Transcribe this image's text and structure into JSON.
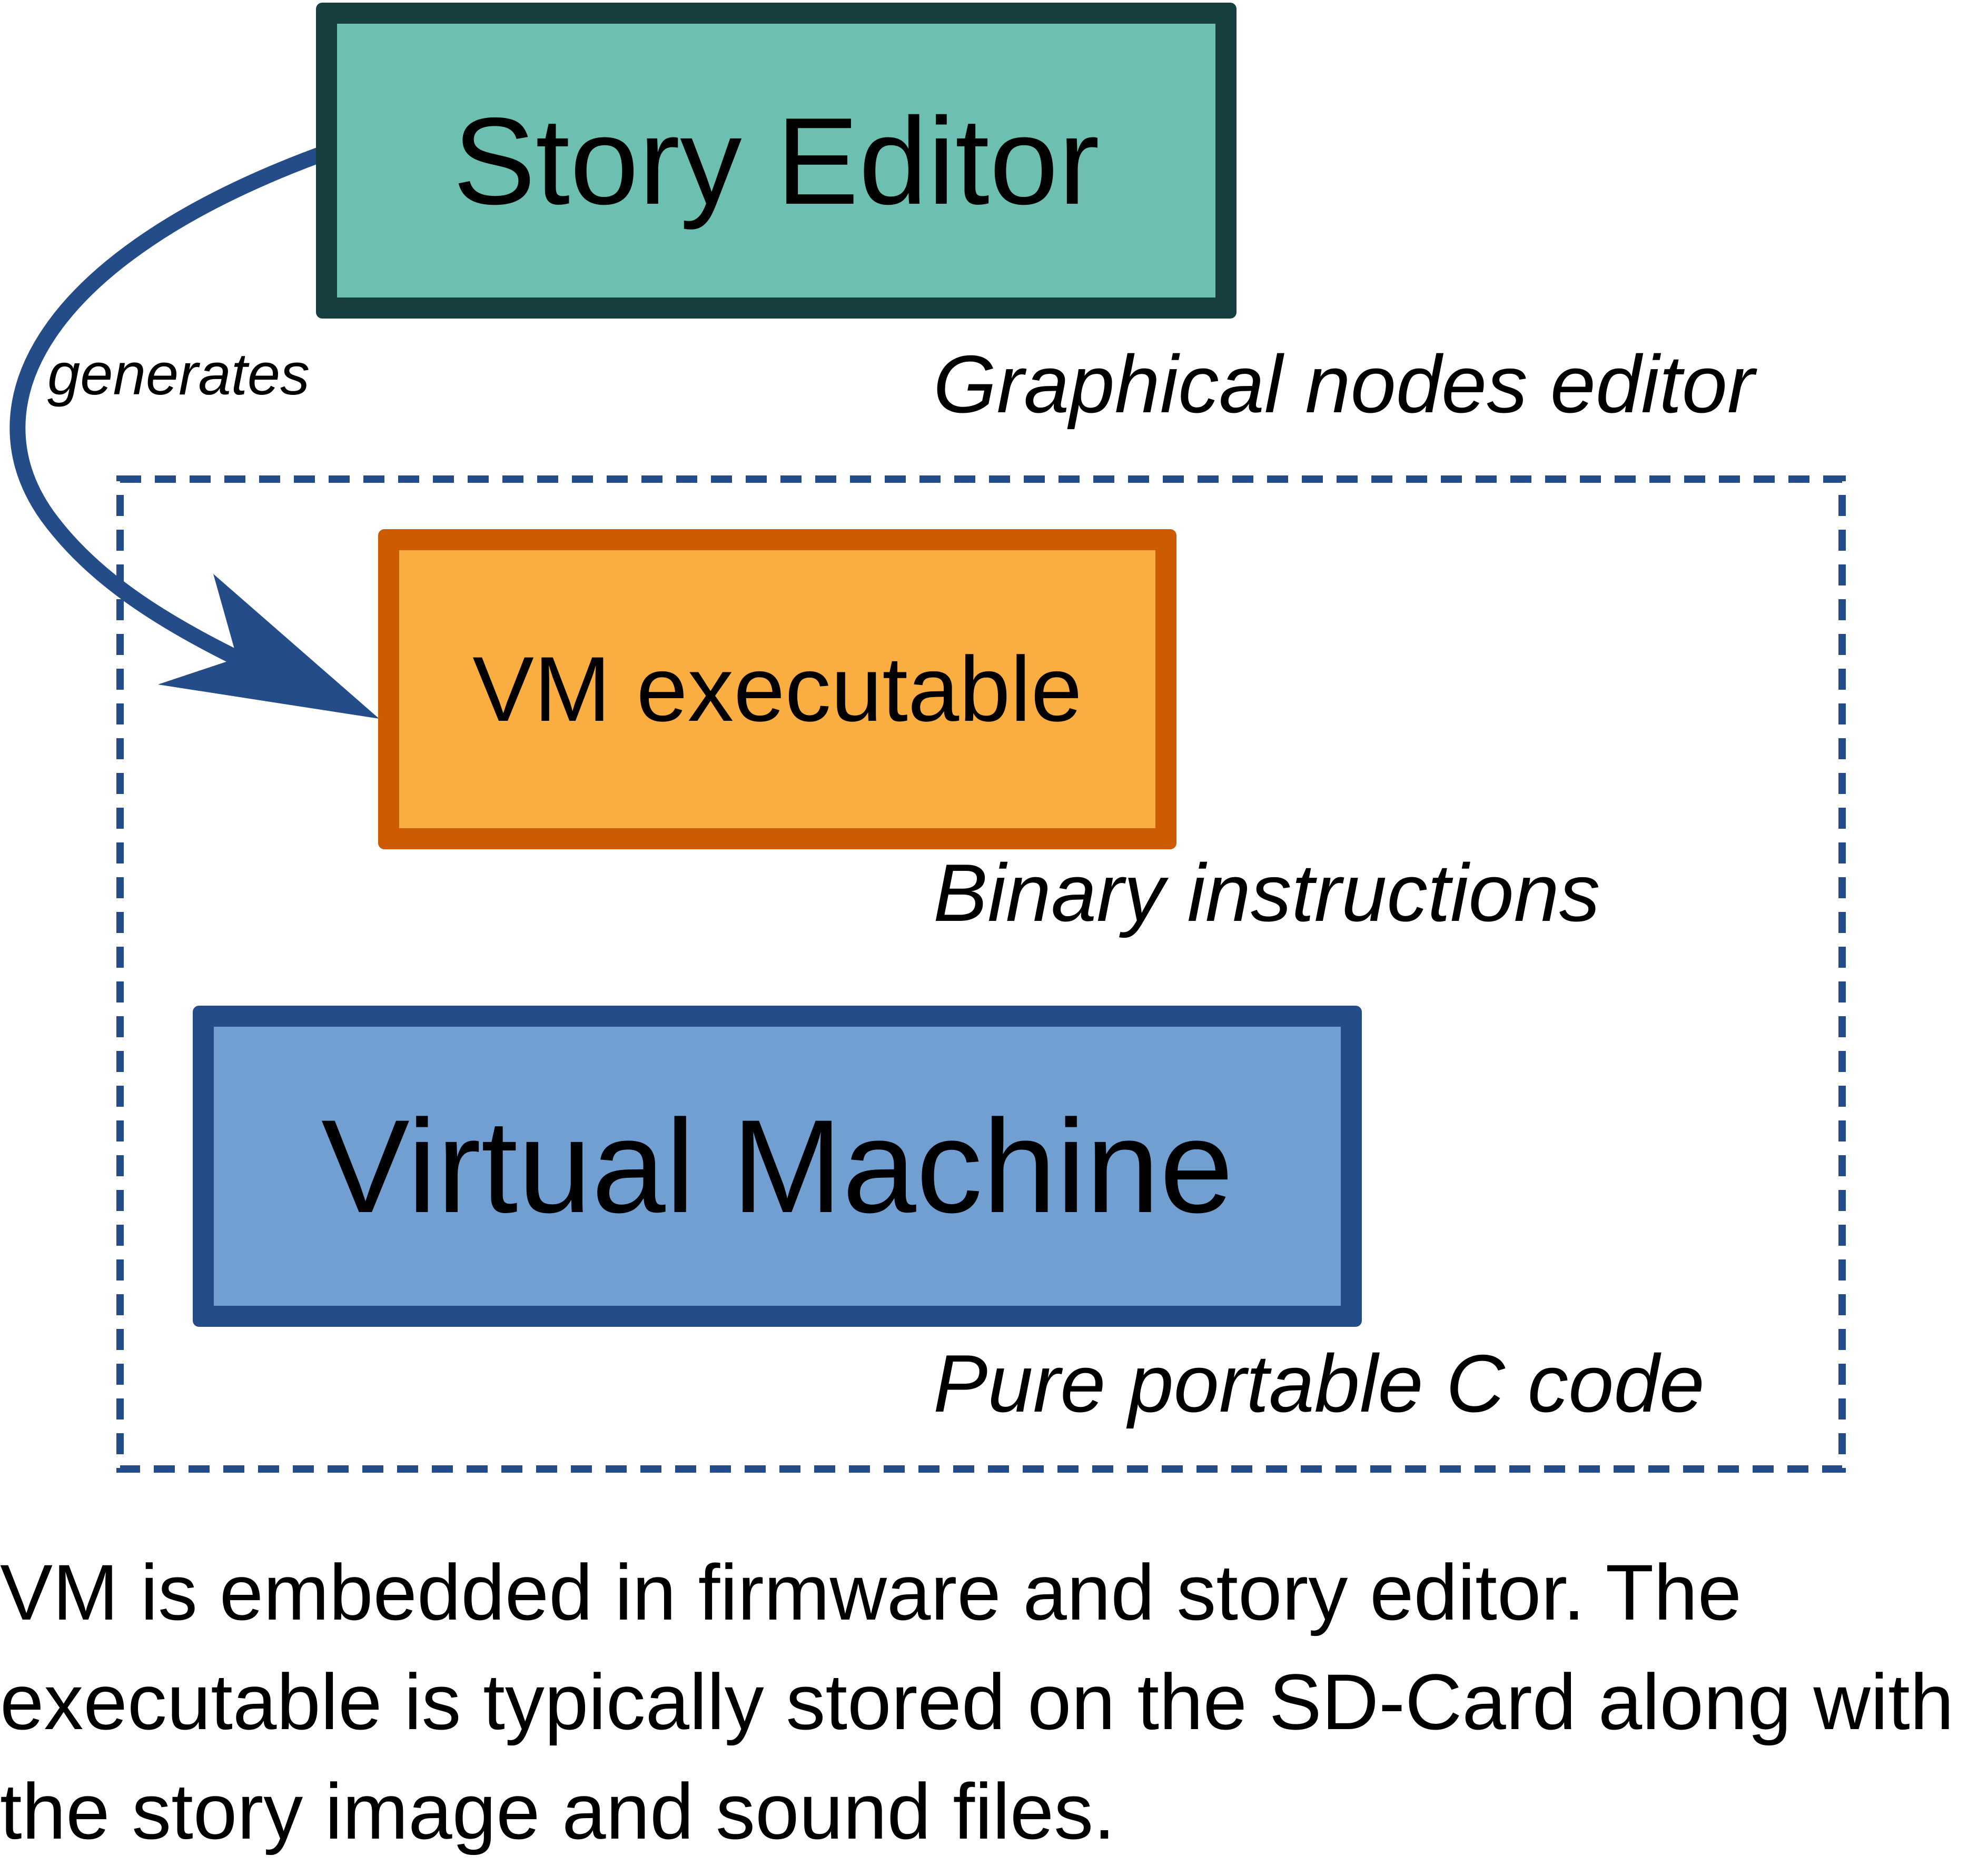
{
  "colors": {
    "story_editor_fill": "#6dc0b1",
    "story_editor_border": "#173f40",
    "vm_executable_fill": "#faad41",
    "vm_executable_border": "#cd5b03",
    "virtual_machine_fill": "#729fd2",
    "virtual_machine_border": "#234c89",
    "arrow": "#234c89",
    "dashed_frame": "#234c89"
  },
  "nodes": {
    "story_editor": {
      "label": "Story Editor",
      "caption": "Graphical nodes editor"
    },
    "vm_executable": {
      "label": "VM executable",
      "caption": "Binary instructions"
    },
    "virtual_machine": {
      "label": "Virtual Machine",
      "caption": "Pure portable C code"
    }
  },
  "edge": {
    "from": "story_editor",
    "to": "vm_executable",
    "label": "generates"
  },
  "description": "VM is embedded in firmware and story editor. The executable is typically stored on the SD-Card along with the story image and sound files."
}
